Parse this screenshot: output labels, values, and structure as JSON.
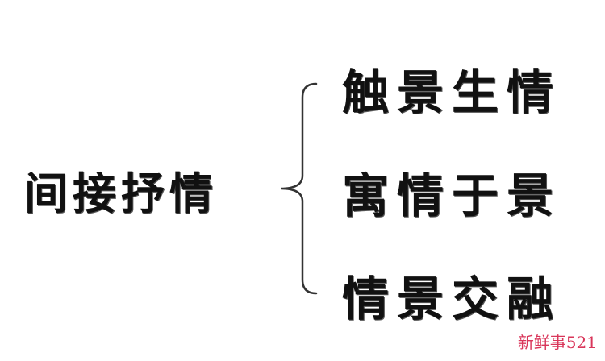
{
  "diagram": {
    "root": "间接抒情",
    "branches": [
      "触景生情",
      "寓情于景",
      "情景交融"
    ],
    "colors": {
      "text": "#111111",
      "line": "#333333",
      "watermark": "#d9365a"
    }
  },
  "watermark": "新鲜事521"
}
